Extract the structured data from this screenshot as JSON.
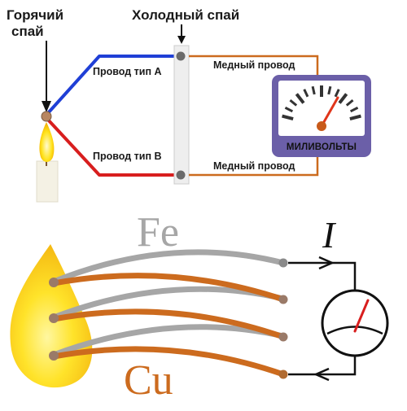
{
  "top_diagram": {
    "hot_junction_label": [
      "Горячий",
      "спай"
    ],
    "cold_junction_label": "Холодный спай",
    "wire_a_label": "Провод тип А",
    "wire_b_label": "Провод тип В",
    "copper_wire_top_label": "Медный провод",
    "copper_wire_bottom_label": "Медный провод",
    "meter_label": "МИЛИВОЛЬТЫ"
  },
  "bottom_diagram": {
    "metal_top_symbol": "Fe",
    "metal_bottom_symbol": "Cu",
    "current_symbol": "I"
  },
  "colors": {
    "wire_a": "#1f3fd6",
    "wire_b": "#d81e1e",
    "copper": "#cc6b1e",
    "iron": "#a6a6a6",
    "meter_frame": "#6b5fa8",
    "flame_outer": "#f7d21a",
    "flame_inner": "#fff36b"
  }
}
